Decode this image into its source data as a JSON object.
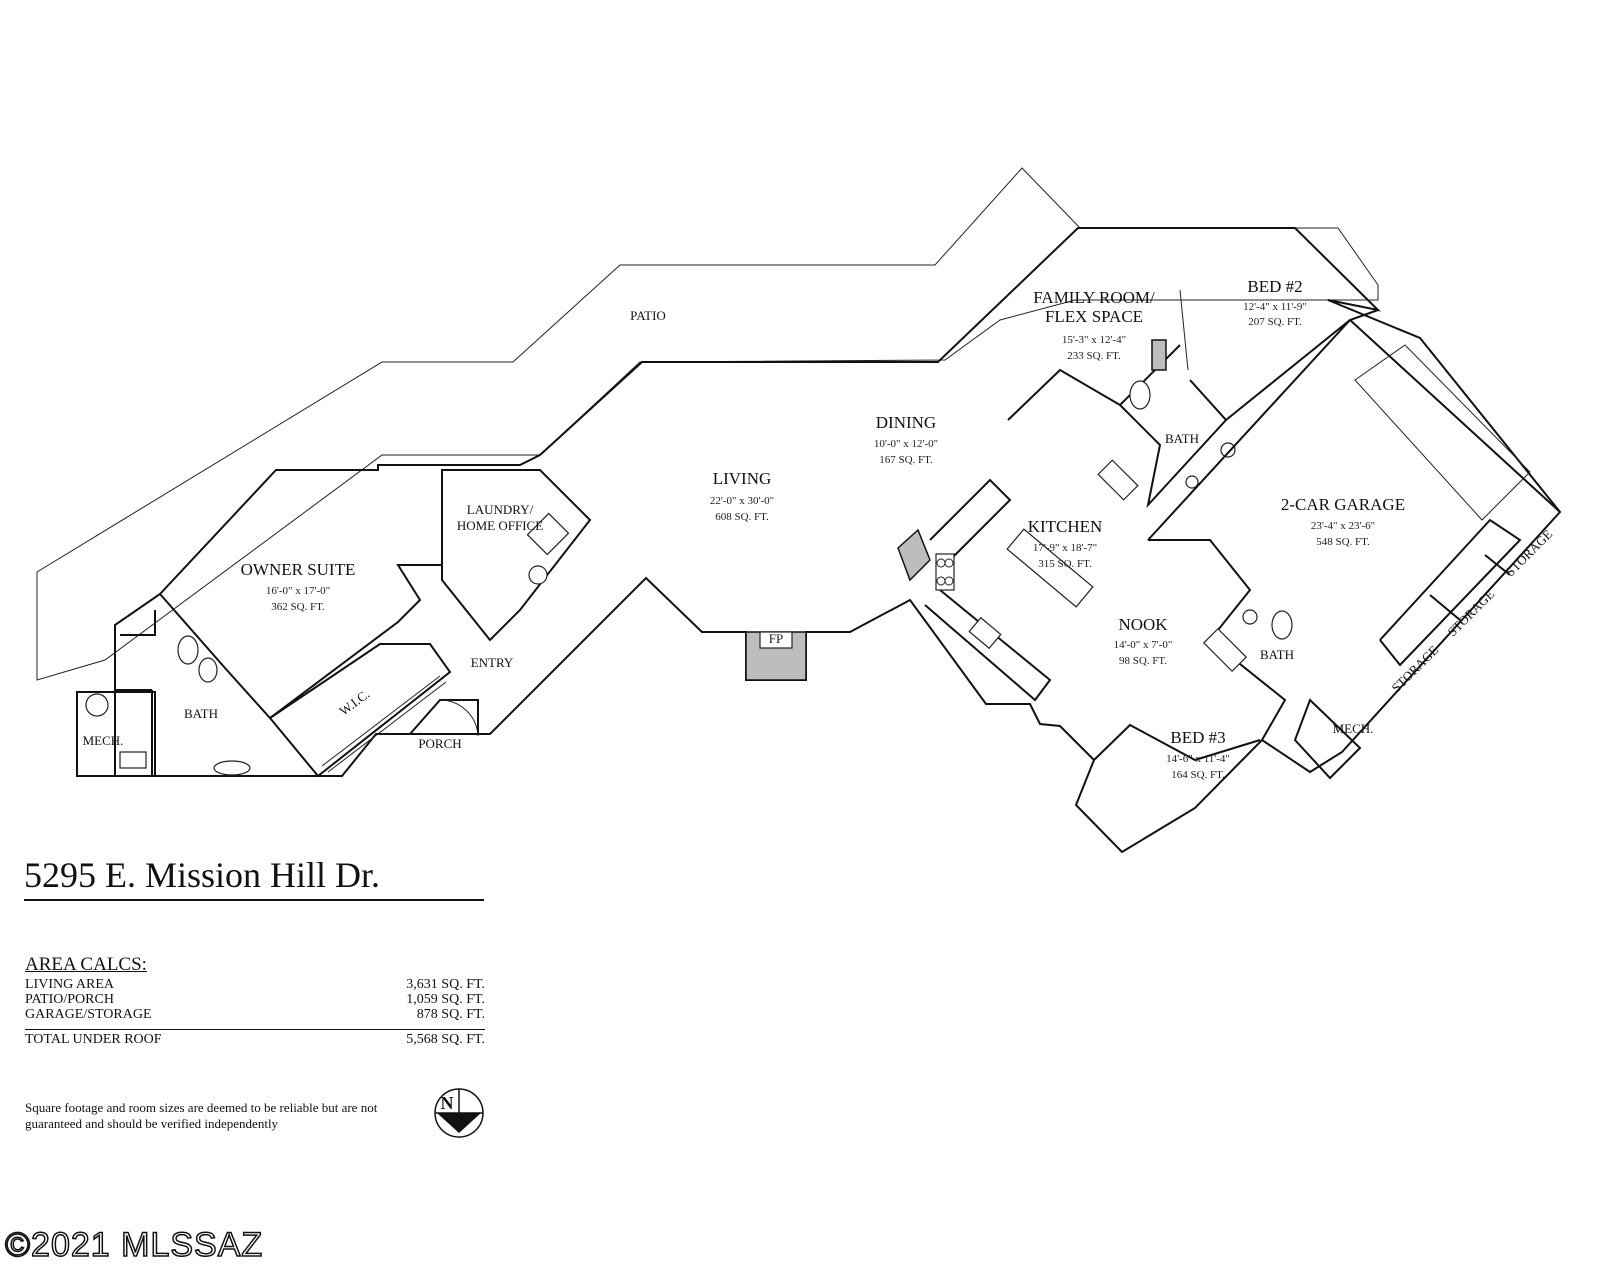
{
  "title": "5295 E. Mission Hill Dr.",
  "rooms": {
    "patio": {
      "name": "PATIO"
    },
    "family_room": {
      "name1": "FAMILY ROOM/",
      "name2": "FLEX SPACE",
      "dims": "15'-3\" x 12'-4\"",
      "area": "233 SQ. FT."
    },
    "bed2": {
      "name": "BED #2",
      "dims": "12'-4\" x 11'-9\"",
      "area": "207 SQ. FT."
    },
    "dining": {
      "name": "DINING",
      "dims": "10'-0\" x 12'-0\"",
      "area": "167 SQ. FT."
    },
    "living": {
      "name": "LIVING",
      "dims": "22'-0\" x 30'-0\"",
      "area": "608 SQ. FT."
    },
    "laundry": {
      "name1": "LAUNDRY/",
      "name2": "HOME OFFICE"
    },
    "owner_suite": {
      "name": "OWNER SUITE",
      "dims": "16'-0\" x 17'-0\"",
      "area": "362 SQ. FT."
    },
    "kitchen": {
      "name": "KITCHEN",
      "dims": "17'-9\" x 18'-7\"",
      "area": "315 SQ. FT."
    },
    "garage": {
      "name": "2-CAR GARAGE",
      "dims": "23'-4\" x 23'-6\"",
      "area": "548 SQ. FT."
    },
    "nook": {
      "name": "NOOK",
      "dims": "14'-0\" x 7'-0\"",
      "area": "98 SQ. FT."
    },
    "bed3": {
      "name": "BED #3",
      "dims": "14'-6\" x 11'-4\"",
      "area": "164 SQ. FT."
    },
    "bath_top": {
      "name": "BATH"
    },
    "bath_owner": {
      "name": "BATH"
    },
    "bath_mid": {
      "name": "BATH"
    },
    "entry": {
      "name": "ENTRY"
    },
    "porch": {
      "name": "PORCH"
    },
    "wic": {
      "name": "W.I.C."
    },
    "mech_left": {
      "name": "MECH."
    },
    "mech_right": {
      "name": "MECH."
    },
    "fp": {
      "name": "FP"
    },
    "storage1": {
      "name": "STORAGE"
    },
    "storage2": {
      "name": "STORAGE"
    },
    "storage3": {
      "name": "STORAGE"
    }
  },
  "area_calcs": {
    "heading": "AREA CALCS:",
    "rows": [
      {
        "label": "LIVING AREA",
        "value": "3,631 SQ. FT."
      },
      {
        "label": "PATIO/PORCH",
        "value": "1,059 SQ. FT."
      },
      {
        "label": "GARAGE/STORAGE",
        "value": "878 SQ. FT."
      }
    ],
    "total": {
      "label": "TOTAL UNDER ROOF",
      "value": "5,568 SQ. FT."
    }
  },
  "disclaimer": "Square footage and room sizes are deemed to be reliable but are not guaranteed and should be verified independently",
  "north_label": "N",
  "watermark": "©2021 MLSSAZ"
}
